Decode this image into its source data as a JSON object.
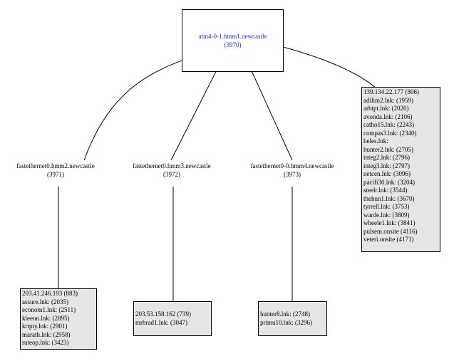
{
  "colors": {
    "root_text": "#1a2bd0",
    "leaf_fill": "#e6e6e6",
    "line": "#000000"
  },
  "root": {
    "name": "atm4-0-1.hmm1.newcastle",
    "id": "(3970)"
  },
  "routers": [
    {
      "name": "fastethernet0.hmm2.newcastle",
      "id": "(3971)"
    },
    {
      "name": "fastethernet0.hmm3.newcastle",
      "id": "(3972)"
    },
    {
      "name": "fastethernet0-0.hmm4.newcastle",
      "id": "(3973)"
    }
  ],
  "root_leaf": [
    "139.134.22.177 (806)",
    "adilim2.lnk: (1959)",
    "arbtpt.lnk: (2020)",
    "avonda.lnk: (2106)",
    "catho15.lnk: (2243)",
    "compas3.lnk: (2340)",
    "heles.lnk:",
    "hunter2.lnk: (2705)",
    "integ2.lnk: (2796)",
    "integ3.lnk: (2797)",
    "netcen.lnk: (3096)",
    "pacifi30.lnk: (3204)",
    "steelr.lnk: (3544)",
    "thehun1.lnk: (3670)",
    "tyrrell.lnk: (3753)",
    "warde.lnk: (3809)",
    "wheele1.lnk: (3841)",
    "pulsem.onsite (4116)",
    "veteri.onsite (4171)"
  ],
  "leaf_2": [
    "203.41.246.193 (883)",
    "assure.lnk: (2035)",
    "econom1.lnk: (2511)",
    "kleeon.lnk: (2895)",
    "krtpty.lnk: (2901)",
    "marath.lnk: (2958)",
    "ruteop.lnk: (3423)"
  ],
  "leaf_3": [
    "203.53.158.162 (739)",
    "mrbrad1.lnk: (3047)"
  ],
  "leaf_4": [
    "hunter8.lnk: (2748)",
    "primu10.lnk: (3296)"
  ]
}
